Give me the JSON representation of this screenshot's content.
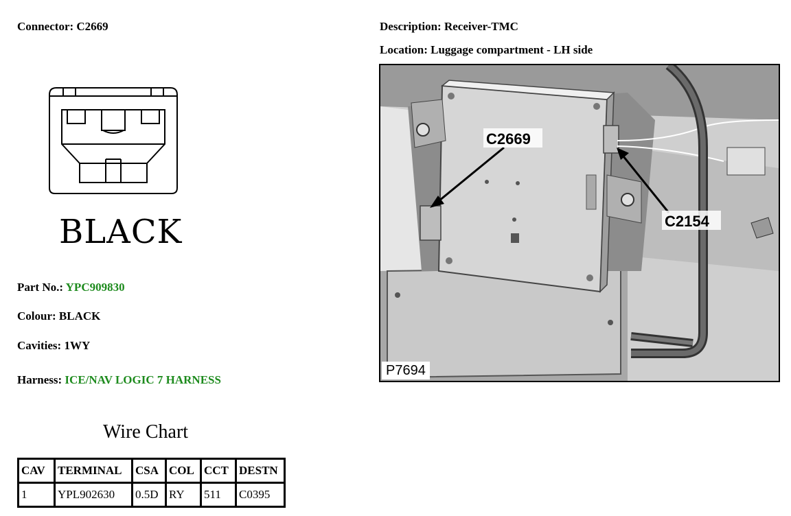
{
  "connector": {
    "label": "Connector:",
    "value": "C2669"
  },
  "description": {
    "label": "Description:",
    "value": "Receiver-TMC"
  },
  "location": {
    "label": "Location:",
    "value": "Luggage compartment - LH side"
  },
  "connector_color_caption": "BLACK",
  "part_no": {
    "label": "Part No.:",
    "value": "YPC909830"
  },
  "colour": {
    "label": "Colour:",
    "value": "BLACK"
  },
  "cavities": {
    "label": "Cavities:",
    "value": "1WY"
  },
  "harness": {
    "label": "Harness:",
    "value": "ICE/NAV LOGIC 7 HARNESS"
  },
  "wire_chart": {
    "title": "Wire Chart",
    "columns": [
      "CAV",
      "TERMINAL",
      "CSA",
      "COL",
      "CCT",
      "DESTN"
    ],
    "rows": [
      [
        "1",
        "YPL902630",
        "0.5D",
        "RY",
        "511",
        "C0395"
      ]
    ]
  },
  "photo": {
    "reference": "P7694",
    "callouts": [
      "C2669",
      "C2154"
    ]
  },
  "colors": {
    "link_green": "#1e8b1e"
  }
}
